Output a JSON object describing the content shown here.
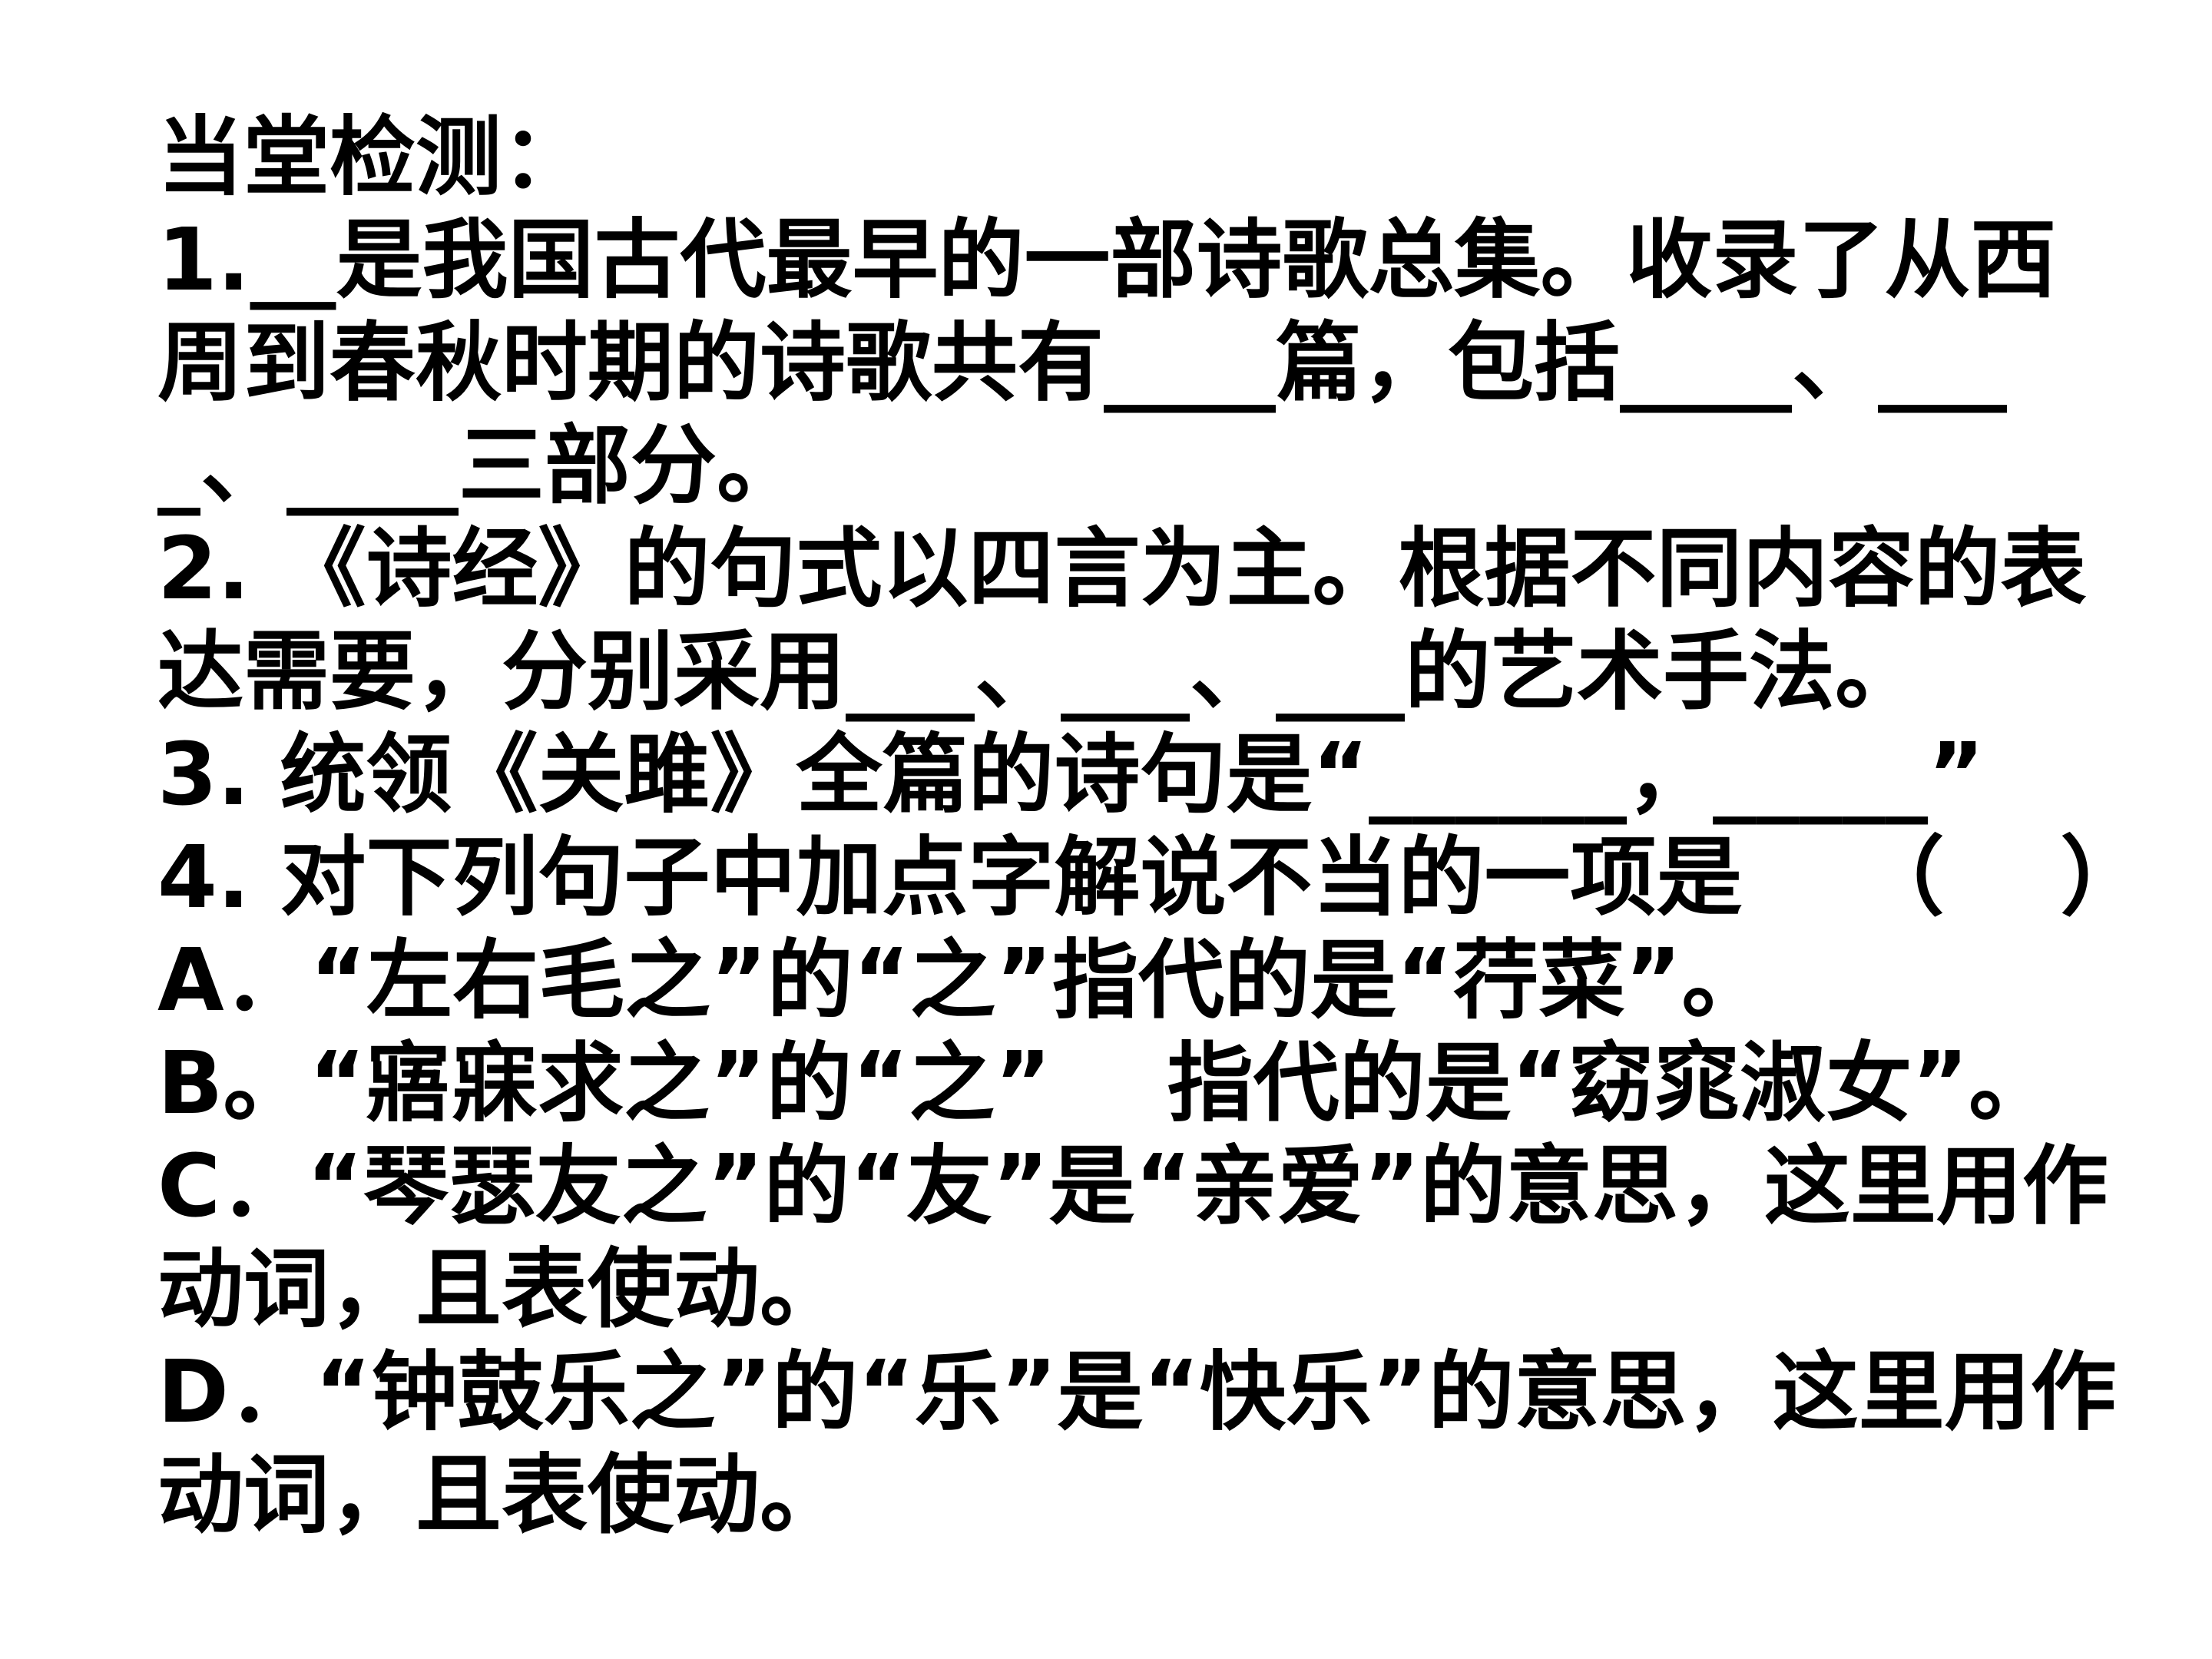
{
  "heading": "当堂检测：",
  "lines": [
    "1.__是我国古代最早的一部诗歌总集。收录了从西",
    "周到春秋时期的诗歌共有____篇，包括____、___",
    "_、____三部分。",
    "2. 《诗经》的句式以四言为主。根据不同内容的表",
    "达需要，分别采用___、___、___的艺术手法。",
    "3. 统领《关雎》全篇的诗句是“______，_____”",
    "4. 对下列句子中加点字解说不当的一项是　 （　 ）",
    "A．“左右毛之”的“之”指代的是“荇菜”。",
    "B。“寤寐求之”的“之”　 指代的是“窈窕淑女”。",
    "C．“琴瑟友之”的“友”是“亲爱”的意思，这里用作",
    "动词，且表使动。",
    "D．“钟鼓乐之”的“乐”是“快乐”的意思，这里用作",
    "动词，且表使动。"
  ]
}
